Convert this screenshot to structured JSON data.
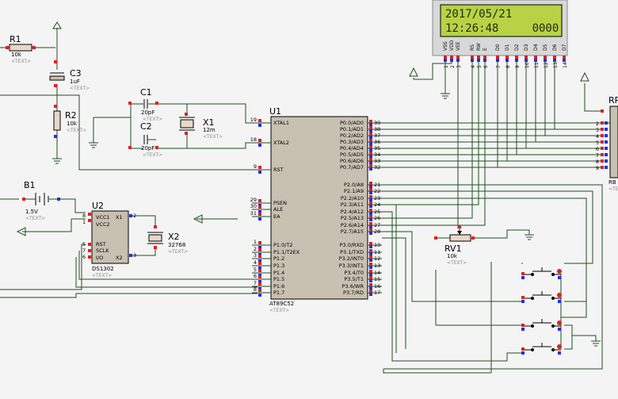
{
  "lcd": {
    "line1": "2017/05/21",
    "line2": "12:26:48     0000",
    "pins": [
      "VSS",
      "VDD",
      "VEE",
      "RS",
      "RW",
      "E",
      "D0",
      "D1",
      "D2",
      "D3",
      "D4",
      "D5",
      "D6",
      "D7"
    ],
    "pin_numbers": [
      "1",
      "2",
      "3",
      "4",
      "5",
      "6",
      "7",
      "8",
      "9",
      "10",
      "11",
      "12",
      "13",
      "14"
    ]
  },
  "parts": {
    "R1": {
      "ref": "R1",
      "value": "10k"
    },
    "C3": {
      "ref": "C3",
      "value": "1uF"
    },
    "R2": {
      "ref": "R2",
      "value": "10k"
    },
    "C1": {
      "ref": "C1",
      "value": "20pF"
    },
    "C2": {
      "ref": "C2",
      "value": "20pF"
    },
    "X1": {
      "ref": "X1",
      "value": "12m"
    },
    "B1": {
      "ref": "B1",
      "value": "1.5V"
    },
    "U2": {
      "ref": "U2",
      "value": "DS1302"
    },
    "X2": {
      "ref": "X2",
      "value": "32768"
    },
    "U1": {
      "ref": "U1",
      "value": "AT89C52"
    },
    "RV1": {
      "ref": "RV1",
      "value": "10k"
    },
    "RP": {
      "ref": "RP"
    }
  },
  "text_tag": "<TEXT>",
  "u1": {
    "left": [
      {
        "n": "19",
        "name": "XTAL1"
      },
      {
        "n": "18",
        "name": "XTAL2"
      },
      {
        "n": "9",
        "name": "RST"
      },
      {
        "n": "29",
        "name": "PSEN"
      },
      {
        "n": "30",
        "name": "ALE"
      },
      {
        "n": "31",
        "name": "EA"
      },
      {
        "n": "1",
        "name": "P1.0/T2"
      },
      {
        "n": "2",
        "name": "P1.1/T2EX"
      },
      {
        "n": "3",
        "name": "P1.2"
      },
      {
        "n": "4",
        "name": "P1.3"
      },
      {
        "n": "5",
        "name": "P1.4"
      },
      {
        "n": "6",
        "name": "P1.5"
      },
      {
        "n": "7",
        "name": "P1.6"
      },
      {
        "n": "8",
        "name": "P1.7"
      }
    ],
    "right": [
      {
        "n": "39",
        "name": "P0.0/AD0"
      },
      {
        "n": "38",
        "name": "P0.1/AD1"
      },
      {
        "n": "37",
        "name": "P0.2/AD2"
      },
      {
        "n": "36",
        "name": "P0.3/AD3"
      },
      {
        "n": "35",
        "name": "P0.4/AD4"
      },
      {
        "n": "34",
        "name": "P0.5/AD5"
      },
      {
        "n": "33",
        "name": "P0.6/AD6"
      },
      {
        "n": "32",
        "name": "P0.7/AD7"
      },
      {
        "n": "21",
        "name": "P2.0/A8"
      },
      {
        "n": "22",
        "name": "P2.1/A9"
      },
      {
        "n": "23",
        "name": "P2.2/A10"
      },
      {
        "n": "24",
        "name": "P2.3/A11"
      },
      {
        "n": "25",
        "name": "P2.4/A12"
      },
      {
        "n": "26",
        "name": "P2.5/A13"
      },
      {
        "n": "27",
        "name": "P2.6/A14"
      },
      {
        "n": "28",
        "name": "P2.7/A15"
      },
      {
        "n": "10",
        "name": "P3.0/RXD"
      },
      {
        "n": "11",
        "name": "P3.1/TXD"
      },
      {
        "n": "12",
        "name": "P3.2/INT0"
      },
      {
        "n": "13",
        "name": "P3.3/INT1"
      },
      {
        "n": "14",
        "name": "P3.4/T0"
      },
      {
        "n": "15",
        "name": "P3.5/T1"
      },
      {
        "n": "16",
        "name": "P3.6/WR"
      },
      {
        "n": "17",
        "name": "P3.7/RD"
      }
    ]
  },
  "u2": {
    "pins_left": [
      {
        "n": "8",
        "name": "VCC1"
      },
      {
        "n": "1",
        "name": "VCC2"
      },
      {
        "n": "5",
        "name": "RST"
      },
      {
        "n": "7",
        "name": "SCLK"
      },
      {
        "n": "6",
        "name": "I/O"
      }
    ],
    "pins_right": [
      {
        "n": "2",
        "name": "X1"
      },
      {
        "n": "3",
        "name": "X2"
      }
    ]
  },
  "rp_pins": [
    "2",
    "3",
    "4",
    "5",
    "6",
    "7",
    "8",
    "9"
  ],
  "rp_bottom": "RB",
  "colors": {
    "background": "#f4f4f4",
    "wire": "#1f4e1f",
    "chip": "#c8c0b0",
    "lcd": "#b8d245",
    "pin_red": "#e02020",
    "pin_blue": "#2030e0"
  }
}
